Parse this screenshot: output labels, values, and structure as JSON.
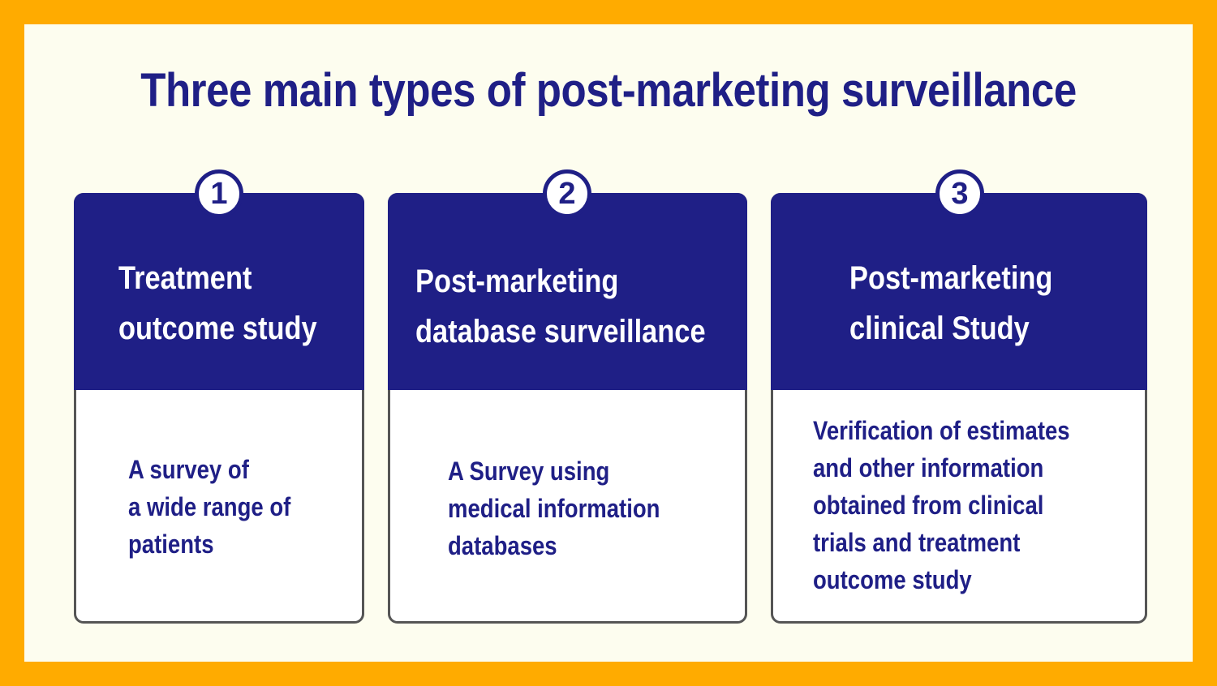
{
  "title": "Three main types of post-marketing surveillance",
  "cards": [
    {
      "number": "1",
      "heading_lines": [
        "Treatment",
        "outcome study"
      ],
      "body_lines": [
        "A survey of",
        "a wide range of",
        "patients"
      ]
    },
    {
      "number": "2",
      "heading_lines": [
        "Post-marketing",
        "database surveillance"
      ],
      "body_lines": [
        "A Survey using",
        "medical information",
        "databases"
      ]
    },
    {
      "number": "3",
      "heading_lines": [
        "Post-marketing",
        "clinical Study"
      ],
      "body_lines": [
        "Verification of estimates",
        "and other information",
        "obtained from clinical",
        "trials and treatment",
        "outcome study"
      ]
    }
  ],
  "colors": {
    "frame": "#ffab00",
    "background": "#fdfdef",
    "navy": "#1f1f86",
    "card_border": "#555555"
  }
}
